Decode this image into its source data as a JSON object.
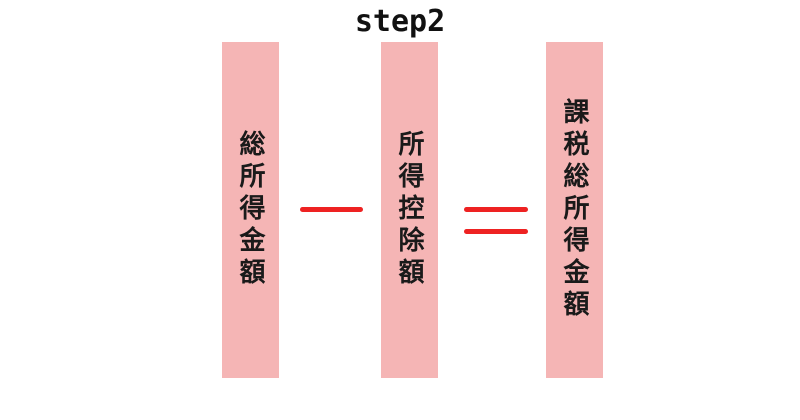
{
  "title": "step2",
  "boxes": {
    "total_income": "総所得金額",
    "income_deduction": "所得控除額",
    "taxable_income": "課税総所得金額"
  },
  "operators": {
    "first": "minus",
    "second": "equals"
  },
  "colors": {
    "box_fill": "#f5b5b5",
    "operator": "#ee2222",
    "text": "#1a1a1a"
  }
}
